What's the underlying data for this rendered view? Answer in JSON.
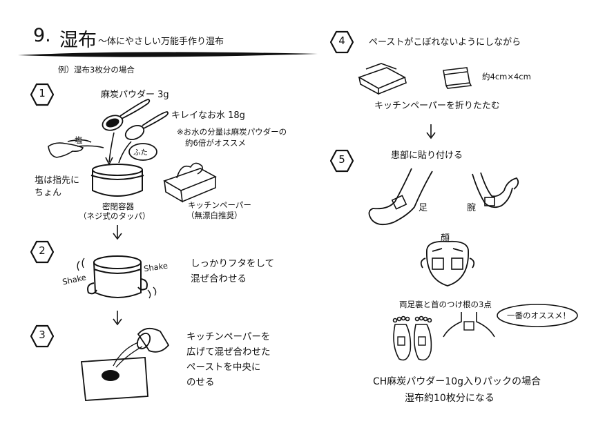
{
  "header": {
    "number": "9.",
    "title": "湿布",
    "subtitle": "～体にやさしい万能手作り湿布"
  },
  "example": "例）湿布3枚分の場合",
  "steps": {
    "s1": {
      "num": "1",
      "charcoal": "麻炭パウダー 3g",
      "water": "キレイなお水 18g",
      "note_line1": "※お水の分量は麻炭パウダーの",
      "note_line2": "約6倍がオススメ",
      "salt_tag": "塩",
      "lid_tag": "ふた",
      "salt_line1": "塩は指先に",
      "salt_line2": "ちょん",
      "container_line1": "密閉容器",
      "container_line2": "（ネジ式のタッパ）",
      "paper_line1": "キッチンペーパー",
      "paper_line2": "（無漂白推奨）"
    },
    "s2": {
      "num": "2",
      "shake_left": "Shake",
      "shake_right": "Shake",
      "line1": "しっかりフタをして",
      "line2": "混ぜ合わせる"
    },
    "s3": {
      "num": "3",
      "line1": "キッチンペーパーを",
      "line2": "広げて混ぜ合わせた",
      "line3": "ペーストを中央に",
      "line4": "のせる"
    },
    "s4": {
      "num": "4",
      "text": "ペーストがこぼれないようにしながら",
      "size": "約4cm×4cm",
      "fold": "キッチンペーパーを折りたたむ"
    },
    "s5": {
      "num": "5",
      "text": "患部に貼り付ける",
      "leg": "足",
      "arm": "腕",
      "face": "顔",
      "points": "両足裏と首のつけ根の3点",
      "recommend": "一番のオススメ！",
      "footer_line1": "CH麻炭パウダー10g入りパックの場合",
      "footer_line2": "湿布約10枚分になる"
    }
  },
  "arrow": "↓"
}
